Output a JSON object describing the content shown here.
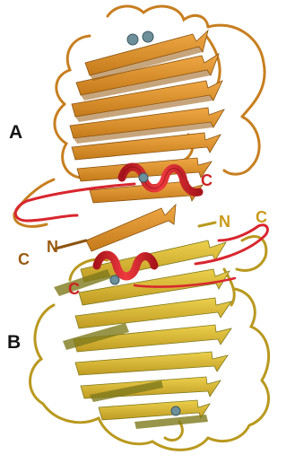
{
  "labels": {
    "chain_a": "A",
    "chain_b": "B",
    "chain_a_c_right": "C",
    "chain_a_c_left": "C",
    "chain_a_n": "N",
    "chain_b_n": "N",
    "chain_b_c_right": "C",
    "chain_b_c_left": "C"
  },
  "colors": {
    "chain_a": "#d98c26",
    "chain_a_dark": "#9a5c12",
    "chain_b": "#d8b630",
    "chain_b_dark": "#7f7a1c",
    "helix": "#d8262e",
    "metal_ion": "#6d8f9a",
    "label_dark": "#151515",
    "label_red": "#cc2222",
    "label_brown": "#9a5c12",
    "label_gold": "#c99a18"
  }
}
